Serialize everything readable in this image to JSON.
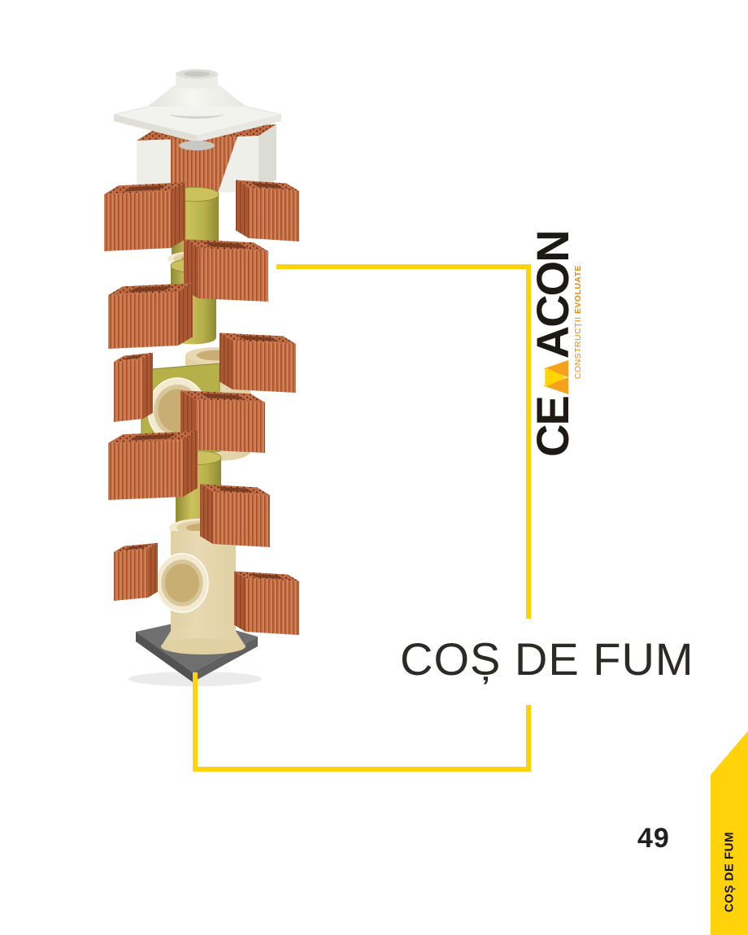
{
  "title": "COȘ DE FUM",
  "page_number": "49",
  "tab": {
    "label": "COȘ DE FUM"
  },
  "logo": {
    "name": "CEMACON",
    "part1": "CE",
    "part2": "ACON",
    "tagline_regular": "CONSTRUCȚII",
    "tagline_bold": "EVOLUATE"
  },
  "colors": {
    "yellow": "#FFD20A",
    "orange": "#F18A00",
    "morange": "#F5A11C",
    "myellow": "#FFD400",
    "logoBlack": "#1D1A16",
    "titleColor": "#2D2A26",
    "brick": "#C86F46",
    "brickDark": "#9F502C",
    "brickLight": "#DB8F63",
    "brickSide": "#AC5832",
    "brickSideDark": "#8B4423",
    "brickTop": "#C06A41",
    "brickDot": "#5E2F1C",
    "hollow": "#743A1F",
    "ins": "#B6B049",
    "insTop": "#CCC25D",
    "insDark": "#8F8A35",
    "ceramic": "#E8D9B4",
    "ceramicRim": "#F2E9CF",
    "ceramicMid": "#E0D0A2",
    "ceramicHole": "#C9AE74",
    "plaster": "#EFEFEA",
    "plasterSide": "#DCDCD5",
    "coneWhite": "#F2F2EE",
    "grayRing": "#C9C9C3",
    "slabTop": "#6F6F6F",
    "slabFront": "#525252",
    "slabSide": "#606060"
  }
}
